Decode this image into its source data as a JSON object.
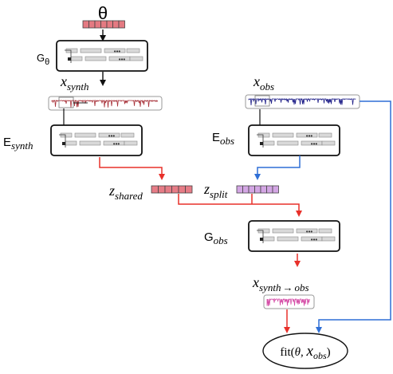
{
  "colors": {
    "red_arrow": "#e8302a",
    "blue_arrow": "#2f6fd6",
    "black_arrow": "#111111",
    "shared_fill": "#e67c86",
    "split_fill": "#d3a6e4",
    "theta_fill": "#e47a82",
    "synth_spectrum": "#a8323a",
    "obs_spectrum": "#22228a",
    "generated_spectrum": "#d54ba6",
    "layer_fill": "#d9d9d9"
  },
  "labels": {
    "theta": "θ",
    "g_theta_base": "G",
    "g_theta_sub": "θ",
    "x_synth_base": "x",
    "x_synth_sub": "synth",
    "x_obs_base": "x",
    "x_obs_sub": "obs",
    "e_synth_base": "E",
    "e_synth_sub": "synth",
    "e_obs_base": "E",
    "e_obs_sub": "obs",
    "z_shared_base": "z",
    "z_shared_sub": "shared",
    "z_split_base": "z",
    "z_split_sub": "split",
    "g_obs_base": "G",
    "g_obs_sub": "obs",
    "x_s2o_base": "x",
    "x_s2o_sub_a": "synth",
    "x_s2o_sub_b": "obs",
    "fit_prefix": "fit(",
    "fit_theta": "θ",
    "fit_comma": ", ",
    "fit_x": "x",
    "fit_x_sub": "obs",
    "fit_suffix": ")"
  },
  "icons": {
    "arrow_glyph": "→",
    "dots_glyph": "•••"
  }
}
